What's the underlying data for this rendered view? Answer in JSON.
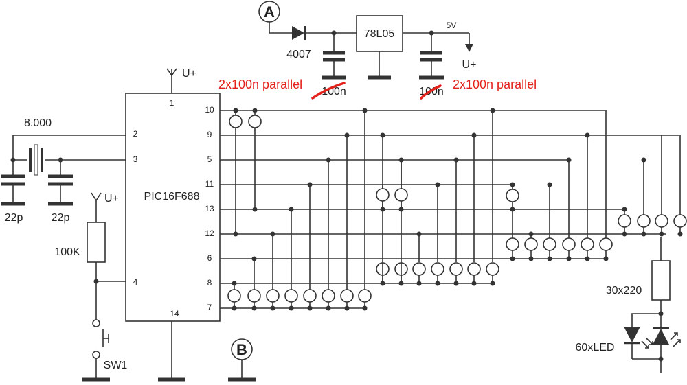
{
  "labels": {
    "chip": "PIC16F688",
    "regulator": "78L05",
    "diode": "4007",
    "v5": "5V",
    "uplus": "U+",
    "crystal": "8.000",
    "c22_left": "22p",
    "c22_right": "22p",
    "c100_left": "100n",
    "c100_right": "100n",
    "note_left": "2x100n parallel",
    "note_right": "2x100n parallel",
    "resistor_reset": "100K",
    "switch": "SW1",
    "resistor_led": "30x220",
    "led": "60xLED",
    "conn_a": "A",
    "conn_b": "B"
  },
  "pins": {
    "p1": "1",
    "p2": "2",
    "p3": "3",
    "p4": "4",
    "p14": "14",
    "r10": "10",
    "r9": "9",
    "r5": "5",
    "r11": "11",
    "r13": "13",
    "r12": "12",
    "r6": "6",
    "r8": "8",
    "r7": "7"
  },
  "colors": {
    "wire": "#333333",
    "annotation": "#e3221b"
  }
}
